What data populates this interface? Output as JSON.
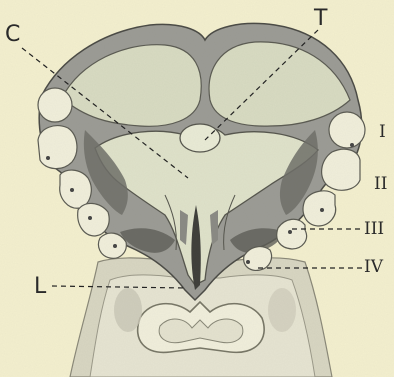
{
  "labels": {
    "c": "C",
    "t": "T",
    "l": "L",
    "r1": "I",
    "r2": "II",
    "r3": "III",
    "r4": "IV"
  }
}
